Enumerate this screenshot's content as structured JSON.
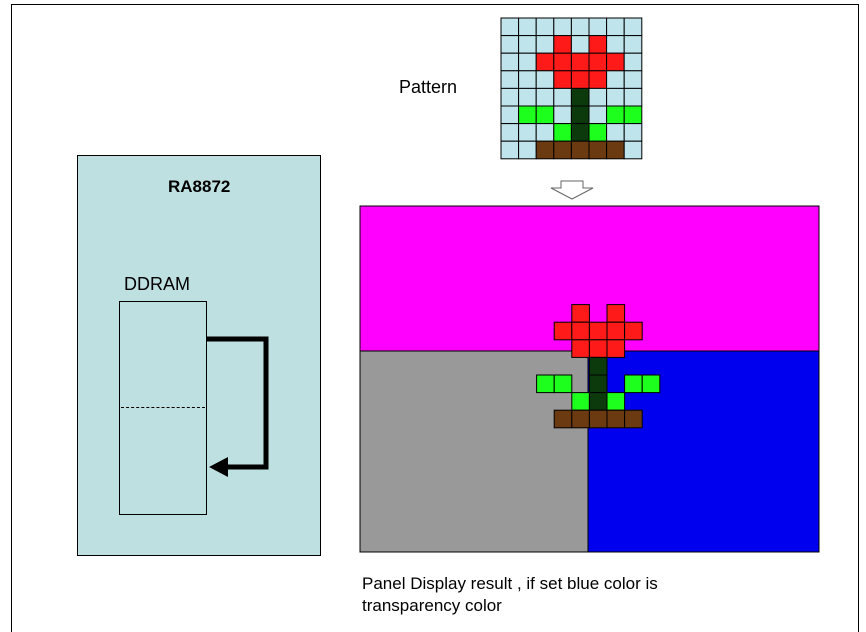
{
  "chip": {
    "title": "RA8872"
  },
  "ddram": {
    "label": "DDRAM"
  },
  "pattern": {
    "label": "Pattern"
  },
  "caption": {
    "line1": "Panel Display result , if set blue color is",
    "line2": "transparency color"
  },
  "colors": {
    "chip_bg": "#bfe0e0",
    "pattern_bg": "#c0e4ec",
    "petal_red": "#ff1a1a",
    "leaf_green": "#1dff1d",
    "stem_dark_green": "#0c3a0c",
    "pot_brown": "#6b3a10",
    "magenta": "#ff00ff",
    "gray": "#999999",
    "blue": "#0000ee"
  },
  "pattern_grid": {
    "cols": 8,
    "rows": 8,
    "cells": [
      "........",
      "...R.R..",
      "..RRRRR.",
      "...RRR..",
      "....S...",
      ".GG.S.GG",
      "...GSG..",
      "..PPPPP."
    ]
  }
}
